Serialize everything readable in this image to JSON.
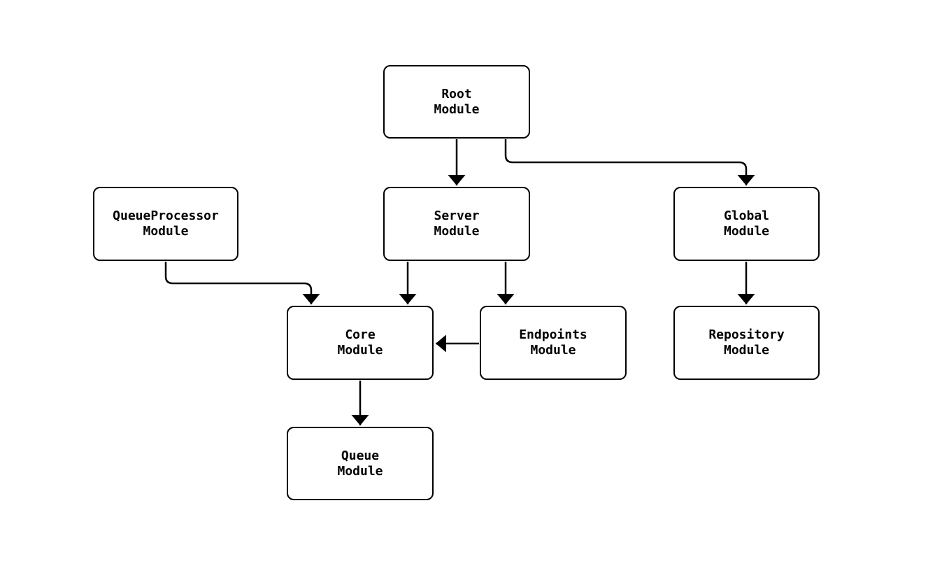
{
  "diagram": {
    "type": "module-dependency-flowchart",
    "background_color": "#ffffff",
    "node_fill_color": "#ffffff",
    "node_border_color": "#000000",
    "edge_color": "#000000",
    "nodes": [
      {
        "id": "root",
        "title": "Root",
        "subtitle": "Module"
      },
      {
        "id": "queueprocessor",
        "title": "QueueProcessor",
        "subtitle": "Module"
      },
      {
        "id": "server",
        "title": "Server",
        "subtitle": "Module"
      },
      {
        "id": "global",
        "title": "Global",
        "subtitle": "Module"
      },
      {
        "id": "core",
        "title": "Core",
        "subtitle": "Module"
      },
      {
        "id": "endpoints",
        "title": "Endpoints",
        "subtitle": "Module"
      },
      {
        "id": "repository",
        "title": "Repository",
        "subtitle": "Module"
      },
      {
        "id": "queue",
        "title": "Queue",
        "subtitle": "Module"
      }
    ],
    "edges": [
      {
        "from": "Root Module",
        "to": "Server Module"
      },
      {
        "from": "Root Module",
        "to": "Global Module"
      },
      {
        "from": "QueueProcessor Module",
        "to": "Core Module"
      },
      {
        "from": "Server Module",
        "to": "Core Module"
      },
      {
        "from": "Server Module",
        "to": "Endpoints Module"
      },
      {
        "from": "Global Module",
        "to": "Repository Module"
      },
      {
        "from": "Endpoints Module",
        "to": "Core Module"
      },
      {
        "from": "Core Module",
        "to": "Queue Module"
      }
    ]
  }
}
